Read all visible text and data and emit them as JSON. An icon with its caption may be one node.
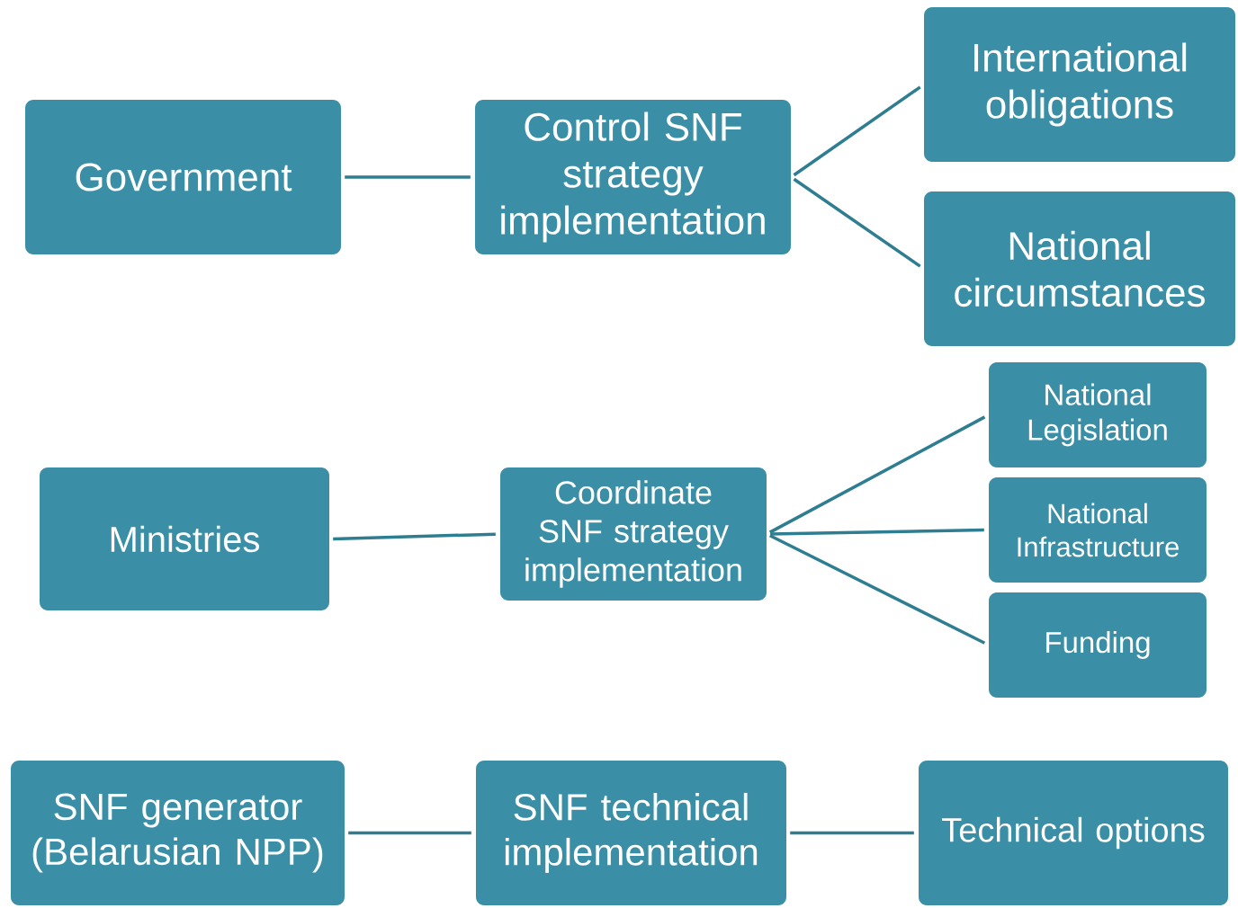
{
  "diagram": {
    "nodes": [
      {
        "text": [
          "Government"
        ]
      },
      {
        "text": [
          "Control SNF strategy implementation"
        ]
      },
      {
        "text": [
          "International obligations"
        ]
      },
      {
        "text": [
          "National circumstances"
        ]
      },
      {
        "text": [
          "Ministries"
        ]
      },
      {
        "text": [
          "Coordinate SNF strategy implementation"
        ]
      },
      {
        "text": [
          "National Legislation"
        ]
      },
      {
        "text": [
          "National Infrastructure"
        ]
      },
      {
        "text": [
          "Funding"
        ]
      },
      {
        "text": [
          "SNF generator (Belarusian NPP)"
        ]
      },
      {
        "text": [
          "SNF technical implementation"
        ]
      },
      {
        "text": [
          "Technical options"
        ]
      }
    ],
    "edges": [
      {
        "from": 0,
        "to": 1,
        "arrow": "none"
      },
      {
        "from": 1,
        "to": 2,
        "arrow": "none"
      },
      {
        "from": 1,
        "to": 3,
        "arrow": "none"
      },
      {
        "from": 4,
        "to": 5,
        "arrow": "none"
      },
      {
        "from": 5,
        "to": 6,
        "arrow": "none"
      },
      {
        "from": 5,
        "to": 7,
        "arrow": "none"
      },
      {
        "from": 5,
        "to": 8,
        "arrow": "none"
      },
      {
        "from": 9,
        "to": 10,
        "arrow": "none"
      },
      {
        "from": 10,
        "to": 11,
        "arrow": "none"
      }
    ]
  }
}
